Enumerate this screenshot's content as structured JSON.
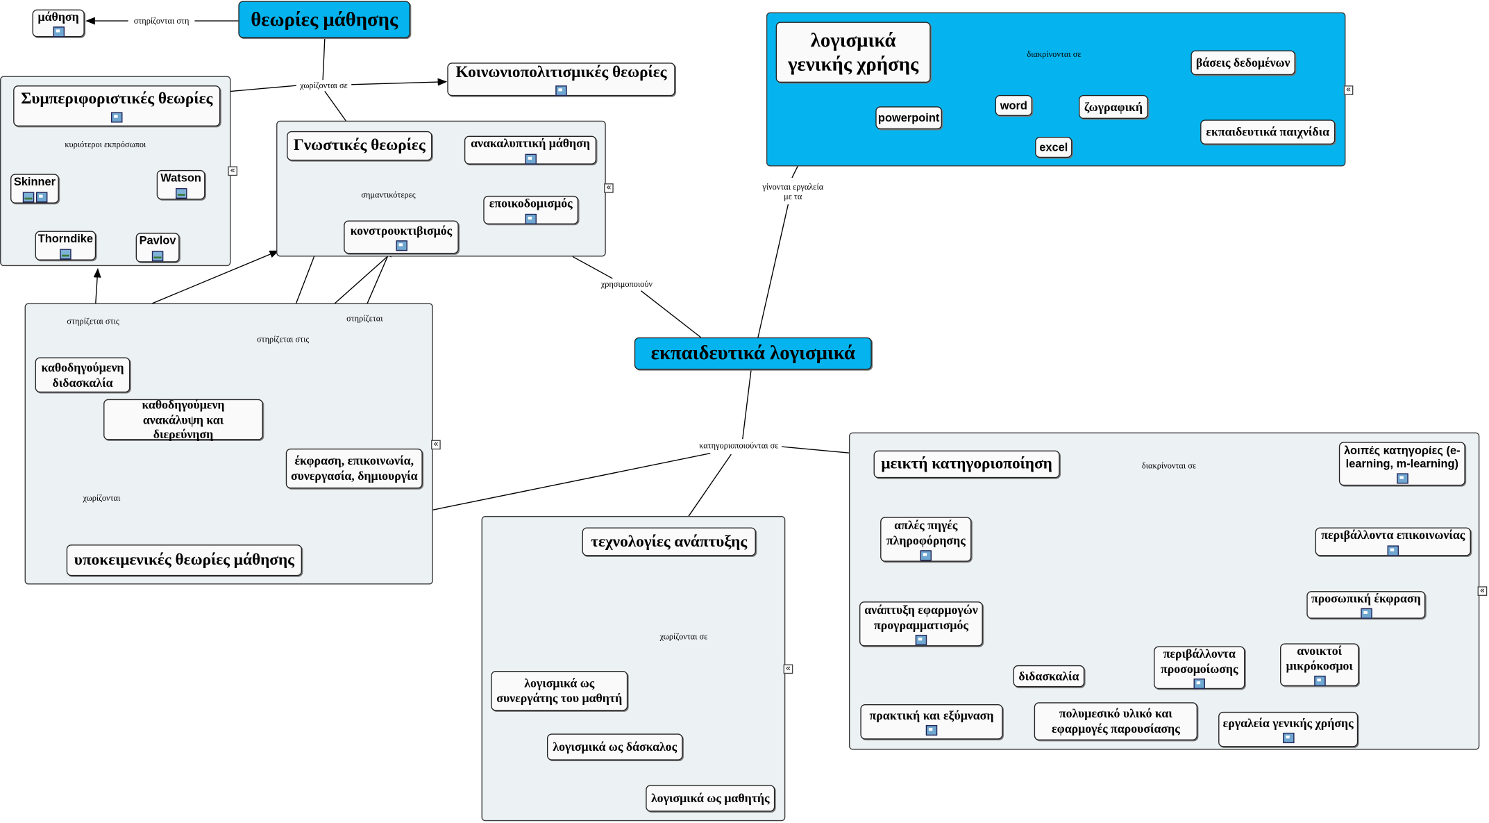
{
  "nodes": {
    "mathisi": "μάθηση",
    "theories": "θεωρίες μάθησης",
    "koinonio": "Κοινωνιοπολιτισμικές θεωρίες",
    "behavioral": "Συμπεριφοριστικές θεωρίες",
    "skinner": "Skinner",
    "watson": "Watson",
    "thorndike": "Thorndike",
    "pavlov": "Pavlov",
    "cognitive": "Γνωστικές θεωρίες",
    "anakalyptiki": "ανακαλυπτική μάθηση",
    "epoikodomismos": "εποικοδομισμός",
    "konstrouktivismos": "κονστρουκτιβισμός",
    "kathodigoumeni": "καθοδηγούμενη διδασκαλία",
    "kathodig_anakalypsi": "καθοδηγούμενη ανακάλυψη και διερεύνηση",
    "ekfrasi": "έκφραση, επικοινωνία, συνεργασία, δημιουργία",
    "ypokeimenikes": "υποκειμενικές θεωρίες μάθησης",
    "genikis": "λογισμικά γενικής χρήσης",
    "vaseis": "βάσεις δεδομένων",
    "powerpoint": "powerpoint",
    "word": "word",
    "zografiki": "ζωγραφική",
    "excel": "excel",
    "ekp_paixnidia": "εκπαιδευτικά παιχνίδια",
    "ekp_logismika": "εκπαιδευτικά λογισμικά",
    "meikti": "μεικτή κατηγοριοποίηση",
    "loipes": "λοιπές κατηγορίες (e-learning, m-learning)",
    "aples": "απλές πηγές πληροφόρησης",
    "perivallonta_epik": "περιβάλλοντα επικοινωνίας",
    "prosopiki": "προσωπική έκφραση",
    "anaptyxi_efarm": "ανάπτυξη εφαρμογών προγραμματισμός",
    "anoiktoi": "ανοικτοί μικρόκοσμοι",
    "perivallonta_prosom": "περιβάλλοντα προσομοίωσης",
    "didaskalia": "διδασκαλία",
    "praktiki": "πρακτική και εξύμναση",
    "polymesiko": "πολυμεσικό υλικό και εφαρμογές παρουσίασης",
    "ergaleia": "εργαλεία γενικής χρήσης",
    "technologies": "τεχνολογίες ανάπτυξης",
    "synergatis": "λογισμικά ως συνεργάτης του μαθητή",
    "daskalos": "λογισμικά ως δάσκαλος",
    "mathitis": "λογισμικά ως μαθητής"
  },
  "links": {
    "stirizontai_sti": "στηρίζονται στη",
    "xorizontai_se_1": "χωρίζονται σε",
    "kyrioteroi": "κυριότεροι εκπρόσωποι",
    "simantikoteres": "σημαντικότερες",
    "xrisimopoioun": "χρησιμοποιούν",
    "stirizetai_stis_1": "στηρίζεται στις",
    "stirizetai_stis_2": "στηρίζεται στις",
    "stirizetai": "στηρίζεται",
    "xorizontai_2": "χωρίζονται",
    "diakrinontai_1": "διακρίνονται σε",
    "ginontai": "γίνονται εργαλεία με τα",
    "kategoriopoiountai": "κατηγοριοποιούνται σε",
    "diakrinontai_2": "διακρίνονται σε",
    "xorizontai_se_3": "χωρίζονται σε"
  },
  "icons": {
    "concept": "concept-map-icon",
    "image": "image-icon",
    "collapse": "collapse-icon"
  },
  "colors": {
    "highlight": "#05b4ee",
    "group_bg": "#ecf1f4",
    "node_bg": "#fafafa"
  },
  "collapse_glyph": "«"
}
